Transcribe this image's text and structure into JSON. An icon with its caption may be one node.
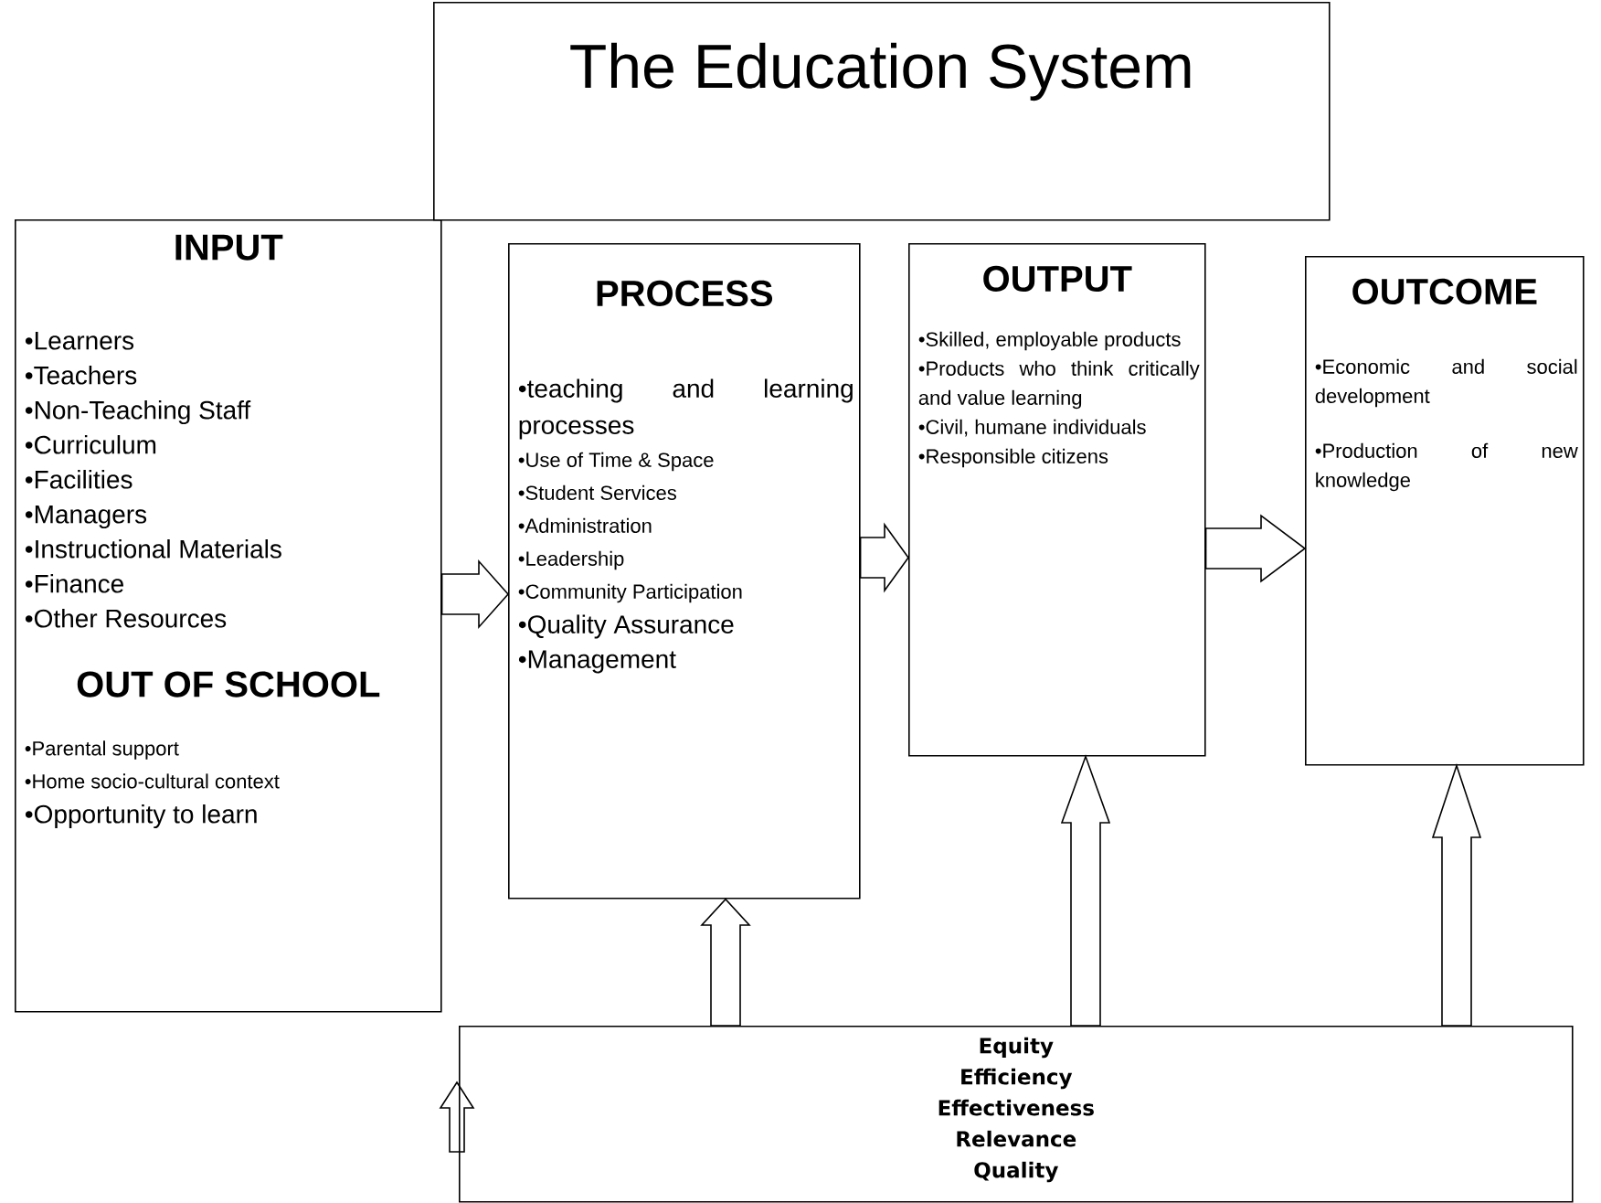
{
  "diagram": {
    "nodes": [
      {
        "text": [
          "The Education System"
        ]
      },
      {
        "text": [
          "INPUT",
          "•Learners",
          "•Teachers",
          "•Non-Teaching Staff",
          "•Curriculum",
          "•Facilities",
          "•Managers",
          "•Instructional Materials",
          "•Finance",
          "•Other Resources",
          "OUT OF SCHOOL",
          "•Parental support",
          "•Home socio-cultural context",
          "•Opportunity to learn"
        ]
      },
      {
        "text": [
          "PROCESS",
          "•teaching and learning processes",
          "•Use of Time & Space",
          "•Student Services",
          "•Administration",
          "•Leadership",
          "•Community Participation",
          "•Quality Assurance",
          "•Management"
        ]
      },
      {
        "text": [
          "OUTPUT",
          "•Skilled, employable products",
          "•Products who think critically and value learning",
          "•Civil, humane individuals",
          "•Responsible citizens"
        ]
      },
      {
        "text": [
          "OUTCOME",
          "•Economic and social development",
          "•Production of new knowledge"
        ]
      },
      {
        "text": [
          "Equity",
          "Efficiency",
          "Effectiveness",
          "Relevance",
          "Quality"
        ]
      }
    ],
    "edges": [
      {
        "from": 1,
        "to": 2,
        "arrow": "to"
      },
      {
        "from": 2,
        "to": 3,
        "arrow": "to"
      },
      {
        "from": 3,
        "to": 4,
        "arrow": "to"
      },
      {
        "from": 5,
        "to": 2,
        "arrow": "to"
      },
      {
        "from": 5,
        "to": 3,
        "arrow": "to"
      },
      {
        "from": 5,
        "to": 4,
        "arrow": "to"
      }
    ]
  }
}
